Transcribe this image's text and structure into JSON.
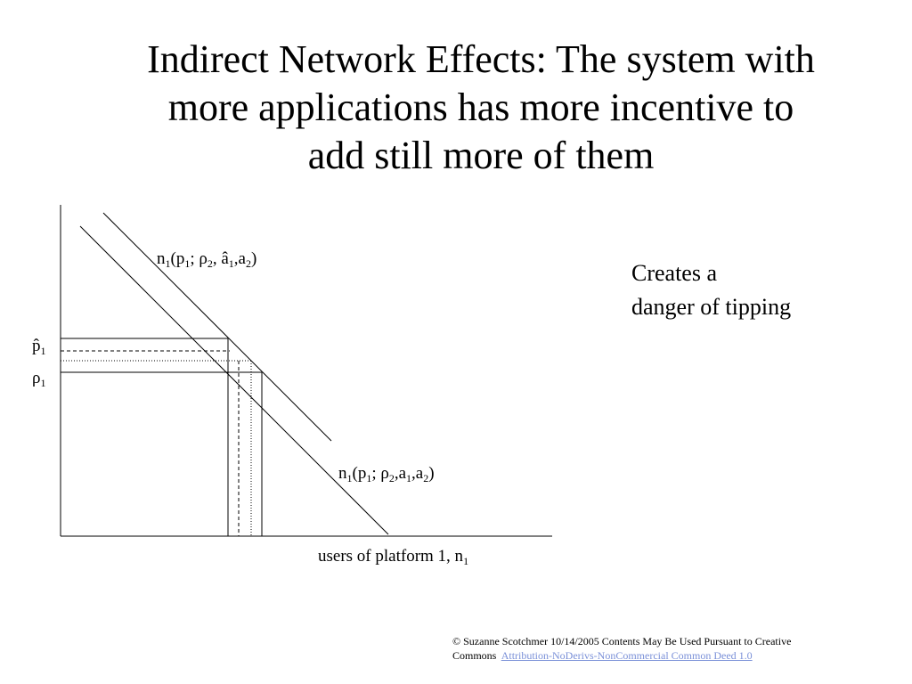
{
  "slide": {
    "title_lines": [
      "Indirect Network Effects: The system with",
      "more applications has more incentive to",
      "add still more of them"
    ],
    "side_note_lines": [
      "Creates a",
      "danger of  tipping"
    ],
    "footer": {
      "copyright": "© Suzanne Scotchmer 10/14/2005   Contents May Be Used Pursuant to Creative",
      "commons_prefix": "Commons",
      "license_link": "Attribution-NoDerivs-NonCommercial Common Deed 1.0"
    }
  },
  "diagram": {
    "upper_curve": {
      "label_parts": [
        "n",
        "1",
        "(p",
        "1",
        "; ρ",
        "2",
        ", â",
        "1",
        ",a",
        "2",
        ")"
      ]
    },
    "lower_curve": {
      "label_parts": [
        "n",
        "1",
        "(p",
        "1",
        "; ρ",
        "2",
        ",a",
        "1",
        ",a",
        "2",
        ")"
      ]
    },
    "x_axis_label": {
      "text": "users of platform 1, n",
      "subscript": "1"
    },
    "y_ticks": [
      {
        "symbol": "p̂",
        "subscript": "1"
      },
      {
        "symbol": "ρ",
        "subscript": "1"
      }
    ]
  }
}
